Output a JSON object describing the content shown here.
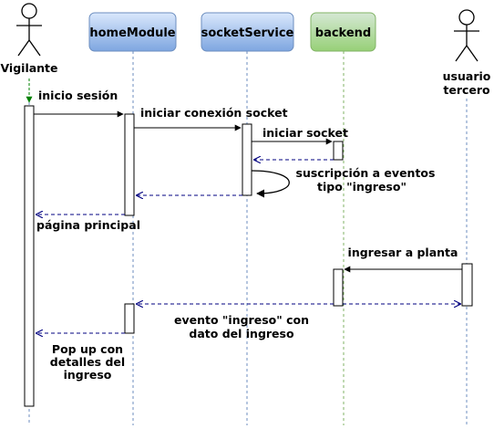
{
  "participants": {
    "vigilante": "Vigilante",
    "home_module": "homeModule",
    "socket_service": "socketService",
    "backend": "backend",
    "usuario_tercero_line1": "usuario",
    "usuario_tercero_line2": "tercero"
  },
  "messages": {
    "inicio_sesion": "inicio sesión",
    "iniciar_conexion_socket": "iniciar conexión socket",
    "iniciar_socket": "iniciar socket",
    "suscripcion_line1": "suscripción a eventos",
    "suscripcion_line2": "tipo \"ingreso\"",
    "pagina_principal": "página principal",
    "ingresar_a_planta": "ingresar a planta",
    "evento_line1": "evento \"ingreso\" con",
    "evento_line2": "dato del ingreso",
    "popup_line1": "Pop up con",
    "popup_line2": "detalles del",
    "popup_line3": "ingreso"
  },
  "colors": {
    "module_fill_top": "#dae8fc",
    "module_fill_bottom": "#7ea6e0",
    "module_stroke": "#6c8ebf",
    "backend_fill_top": "#d5e8d4",
    "backend_fill_bottom": "#97d077",
    "backend_stroke": "#82b366",
    "lifeline": "#6c8ebf",
    "backend_lifeline": "#82b366",
    "return_arrow": "#000080",
    "start_arrow": "#008000"
  }
}
